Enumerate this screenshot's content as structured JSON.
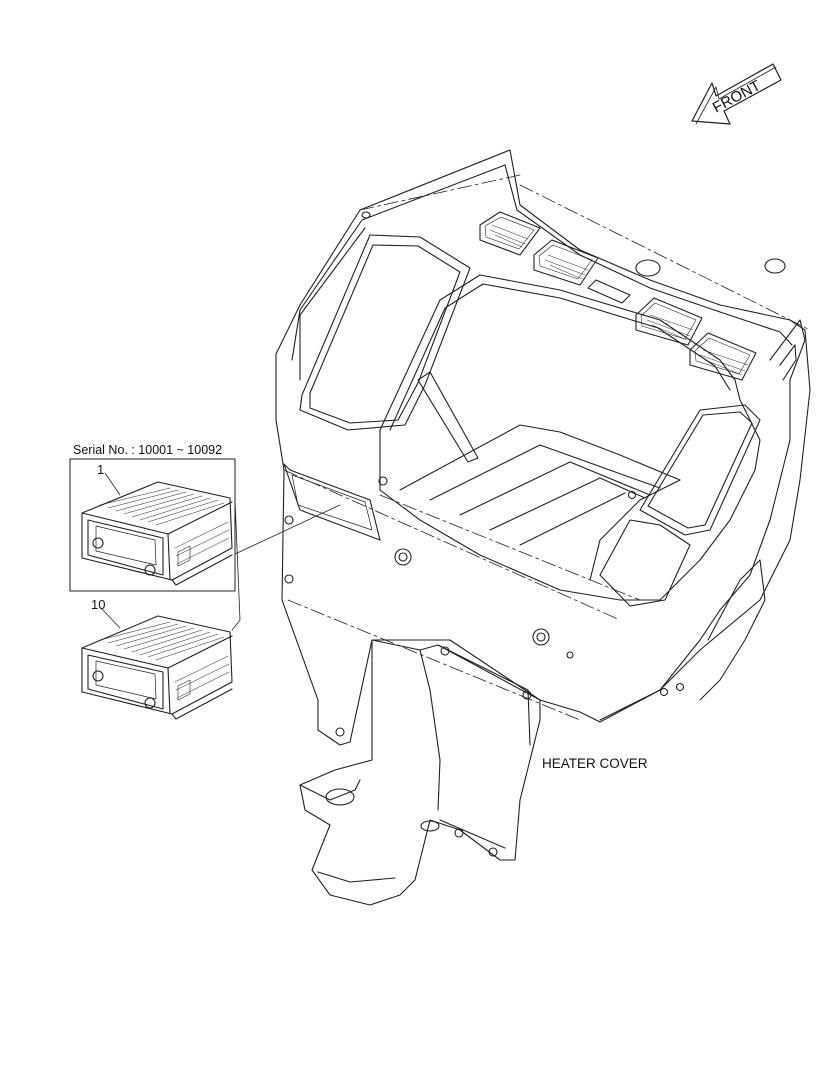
{
  "labels": {
    "serial": "Serial No. : 10001 ~ 10092",
    "heater_cover": "HEATER COVER",
    "front": "FRONT",
    "callout_1": "1",
    "callout_10": "10"
  },
  "icons": {
    "front_arrow": "front-arrow-icon"
  },
  "colors": {
    "line": "#222222",
    "background": "#ffffff"
  }
}
